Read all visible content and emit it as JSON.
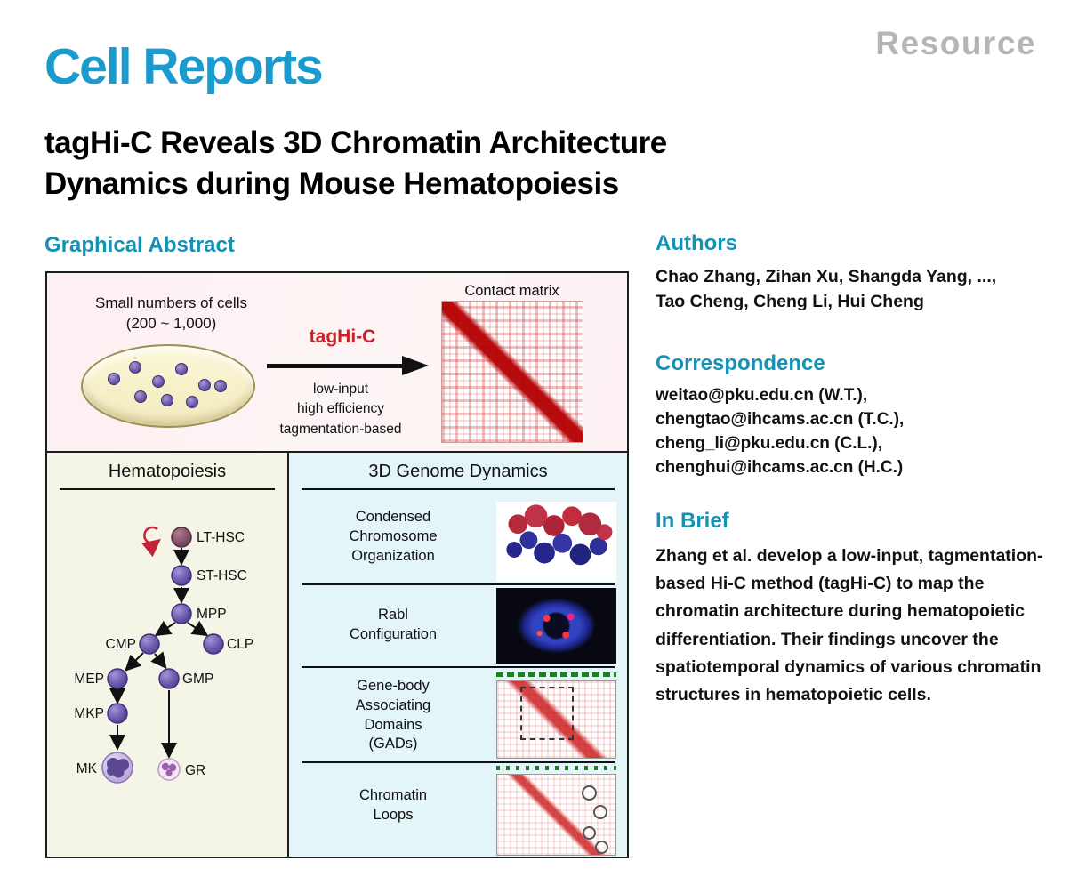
{
  "page": {
    "article_type": "Resource",
    "journal": "Cell Reports",
    "title": "tagHi-C Reveals 3D Chromatin Architecture\nDynamics during Mouse Hematopoiesis"
  },
  "colors": {
    "brand_cyan": "#1a9bcd",
    "heading_teal": "#1591b4",
    "taghic_red": "#cc2027"
  },
  "graphical_abstract": {
    "heading": "Graphical Abstract",
    "workflow": {
      "cells_label": "Small numbers of cells",
      "cells_count": "(200 ~ 1,000)",
      "method_name": "tagHi-C",
      "method_props": "low-input\nhigh efficiency\ntagmentation-based",
      "matrix_label": "Contact matrix"
    },
    "hematopoiesis": {
      "heading": "Hematopoiesis",
      "nodes": [
        {
          "label": "LT-HSC"
        },
        {
          "label": "ST-HSC"
        },
        {
          "label": "MPP"
        },
        {
          "label": "CMP"
        },
        {
          "label": "CLP"
        },
        {
          "label": "MEP"
        },
        {
          "label": "GMP"
        },
        {
          "label": "MKP"
        },
        {
          "label": "MK"
        },
        {
          "label": "GR"
        }
      ]
    },
    "genome_dynamics": {
      "heading": "3D Genome Dynamics",
      "rows": [
        {
          "label": "Condensed\nChromosome\nOrganization"
        },
        {
          "label": "Rabl\nConfiguration"
        },
        {
          "label": "Gene-body\nAssociating\nDomains\n(GADs)"
        },
        {
          "label": "Chromatin\nLoops"
        }
      ]
    }
  },
  "authors": {
    "heading": "Authors",
    "names": "Chao Zhang, Zihan Xu, Shangda Yang, ...,\nTao Cheng, Cheng Li, Hui Cheng"
  },
  "correspondence": {
    "heading": "Correspondence",
    "lines": [
      "weitao@pku.edu.cn (W.T.),",
      "chengtao@ihcams.ac.cn (T.C.),",
      "cheng_li@pku.edu.cn (C.L.),",
      "chenghui@ihcams.ac.cn (H.C.)"
    ]
  },
  "in_brief": {
    "heading": "In Brief",
    "text": "Zhang et al. develop a low-input, tagmentation-based Hi-C method (tagHi-C) to map the chromatin architecture during hematopoietic differentiation. Their findings uncover the spatiotemporal dynamics of various chromatin structures in hematopoietic cells."
  }
}
